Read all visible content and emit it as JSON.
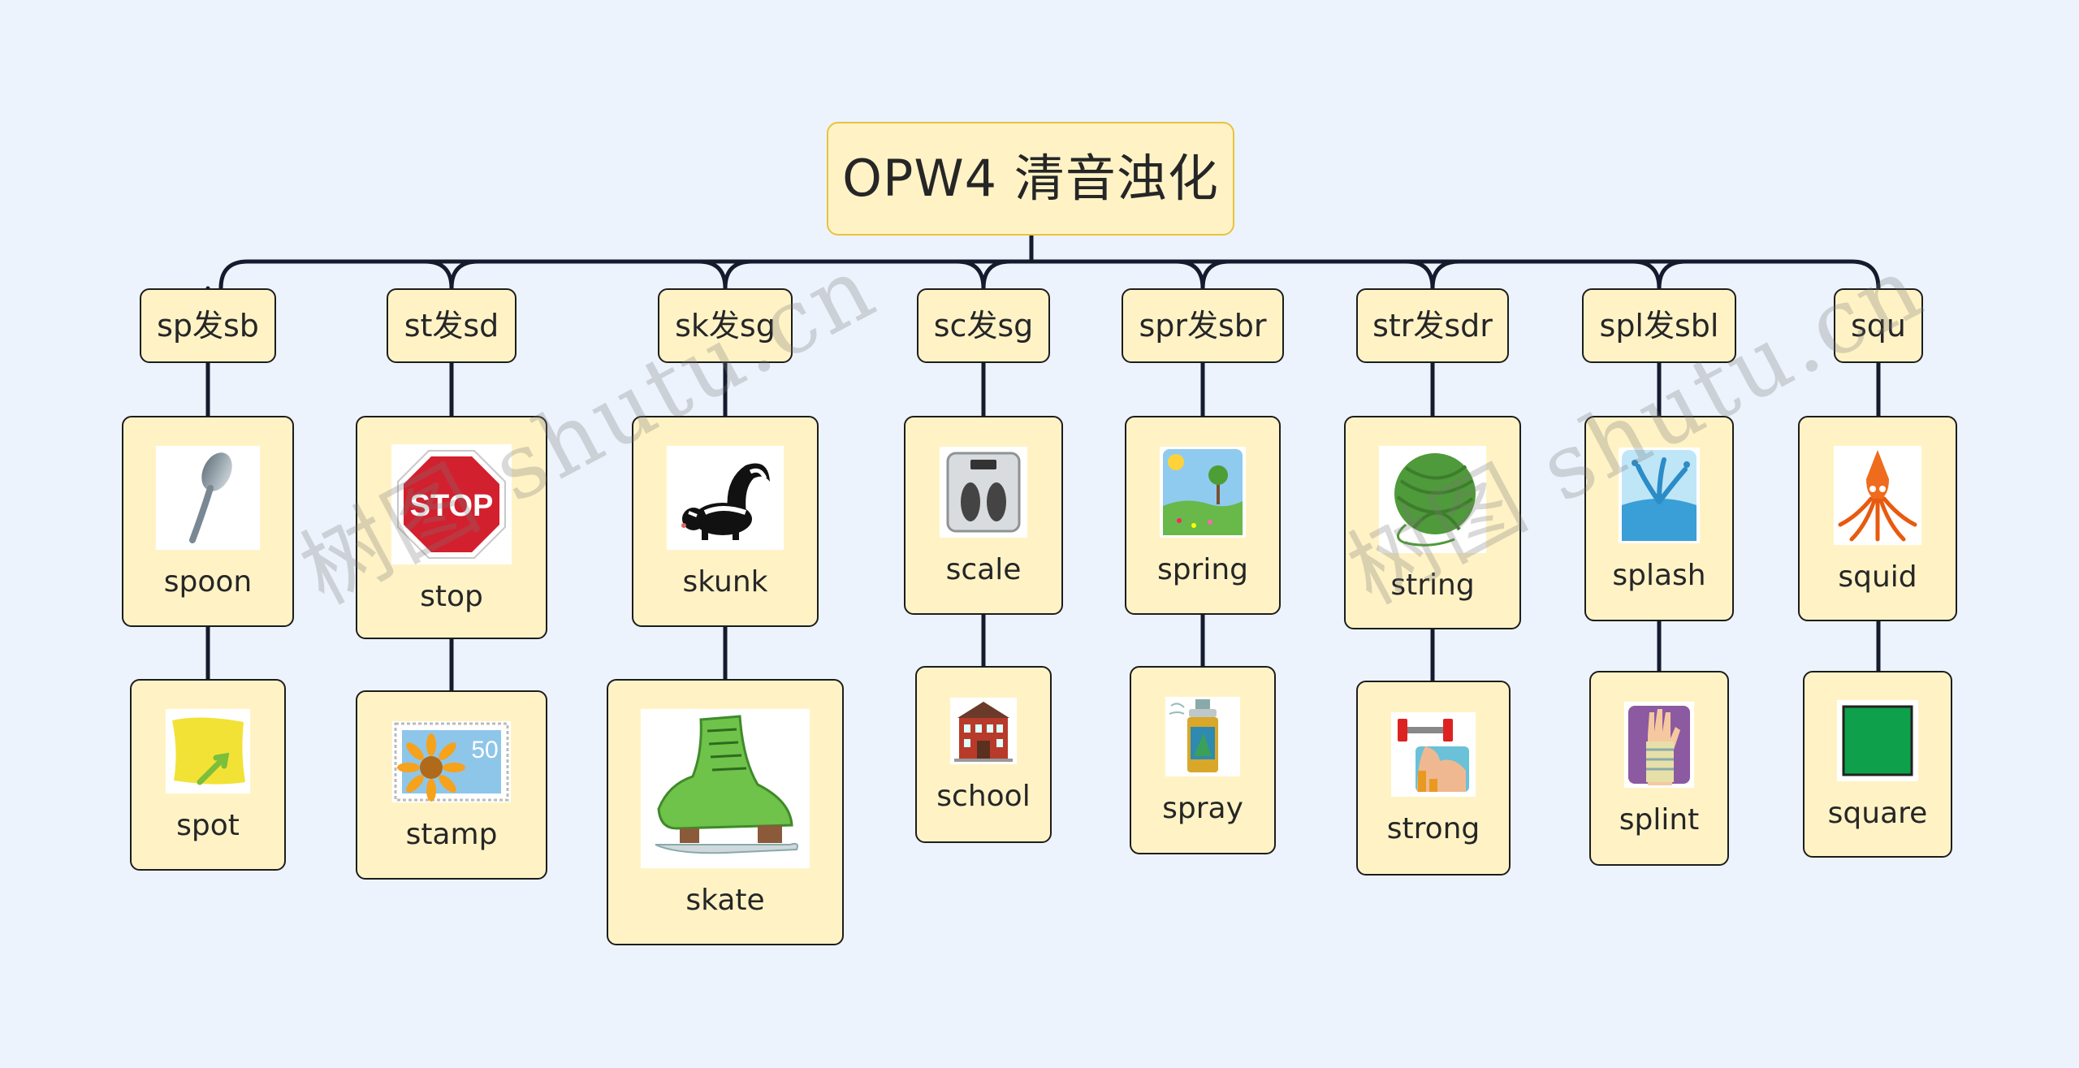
{
  "root": {
    "title": "OPW4 清音浊化"
  },
  "branches": [
    {
      "label": "sp发sb",
      "words": [
        {
          "text": "spoon",
          "icon": "spoon-icon"
        },
        {
          "text": "spot",
          "icon": "spot-icon"
        }
      ]
    },
    {
      "label": "st发sd",
      "words": [
        {
          "text": "stop",
          "icon": "stop-sign-icon",
          "sign_text": "STOP"
        },
        {
          "text": "stamp",
          "icon": "stamp-icon",
          "stamp_value": "50"
        }
      ]
    },
    {
      "label": "sk发sg",
      "words": [
        {
          "text": "skunk",
          "icon": "skunk-icon"
        },
        {
          "text": "skate",
          "icon": "ice-skate-icon"
        }
      ]
    },
    {
      "label": "sc发sg",
      "words": [
        {
          "text": "scale",
          "icon": "scale-icon"
        },
        {
          "text": "school",
          "icon": "school-icon"
        }
      ]
    },
    {
      "label": "spr发sbr",
      "words": [
        {
          "text": "spring",
          "icon": "spring-landscape-icon"
        },
        {
          "text": "spray",
          "icon": "spray-can-icon"
        }
      ]
    },
    {
      "label": "str发sdr",
      "words": [
        {
          "text": "string",
          "icon": "yarn-ball-icon"
        },
        {
          "text": "strong",
          "icon": "dumbbell-arm-icon"
        }
      ]
    },
    {
      "label": "spl发sbl",
      "words": [
        {
          "text": "splash",
          "icon": "water-splash-icon"
        },
        {
          "text": "splint",
          "icon": "splint-hand-icon"
        }
      ]
    },
    {
      "label": "squ",
      "words": [
        {
          "text": "squid",
          "icon": "squid-icon"
        },
        {
          "text": "square",
          "icon": "green-square-icon"
        }
      ]
    }
  ],
  "watermark": {
    "text": "树图 shutu.cn",
    "color": "#8a8a8a"
  },
  "colors": {
    "background": "#edf3fd",
    "node_fill": "#fff3c6",
    "root_border": "#e8c33e",
    "line": "#141b2d"
  }
}
